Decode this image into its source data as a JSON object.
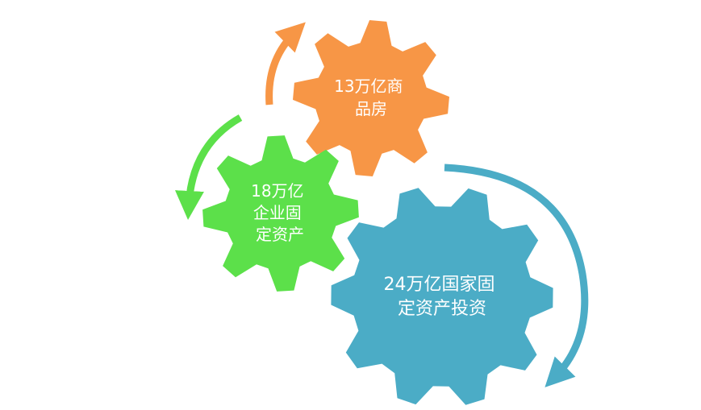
{
  "gears": [
    {
      "id": "orange",
      "lines": [
        "13万亿商",
        "品房"
      ],
      "color": "#F79646"
    },
    {
      "id": "green",
      "lines": [
        "18万亿",
        "企业固",
        "定资产"
      ],
      "color": "#5CE04A"
    },
    {
      "id": "blue",
      "lines": [
        "24万亿国家固",
        "定资产投资"
      ],
      "color": "#4BACC6"
    }
  ]
}
